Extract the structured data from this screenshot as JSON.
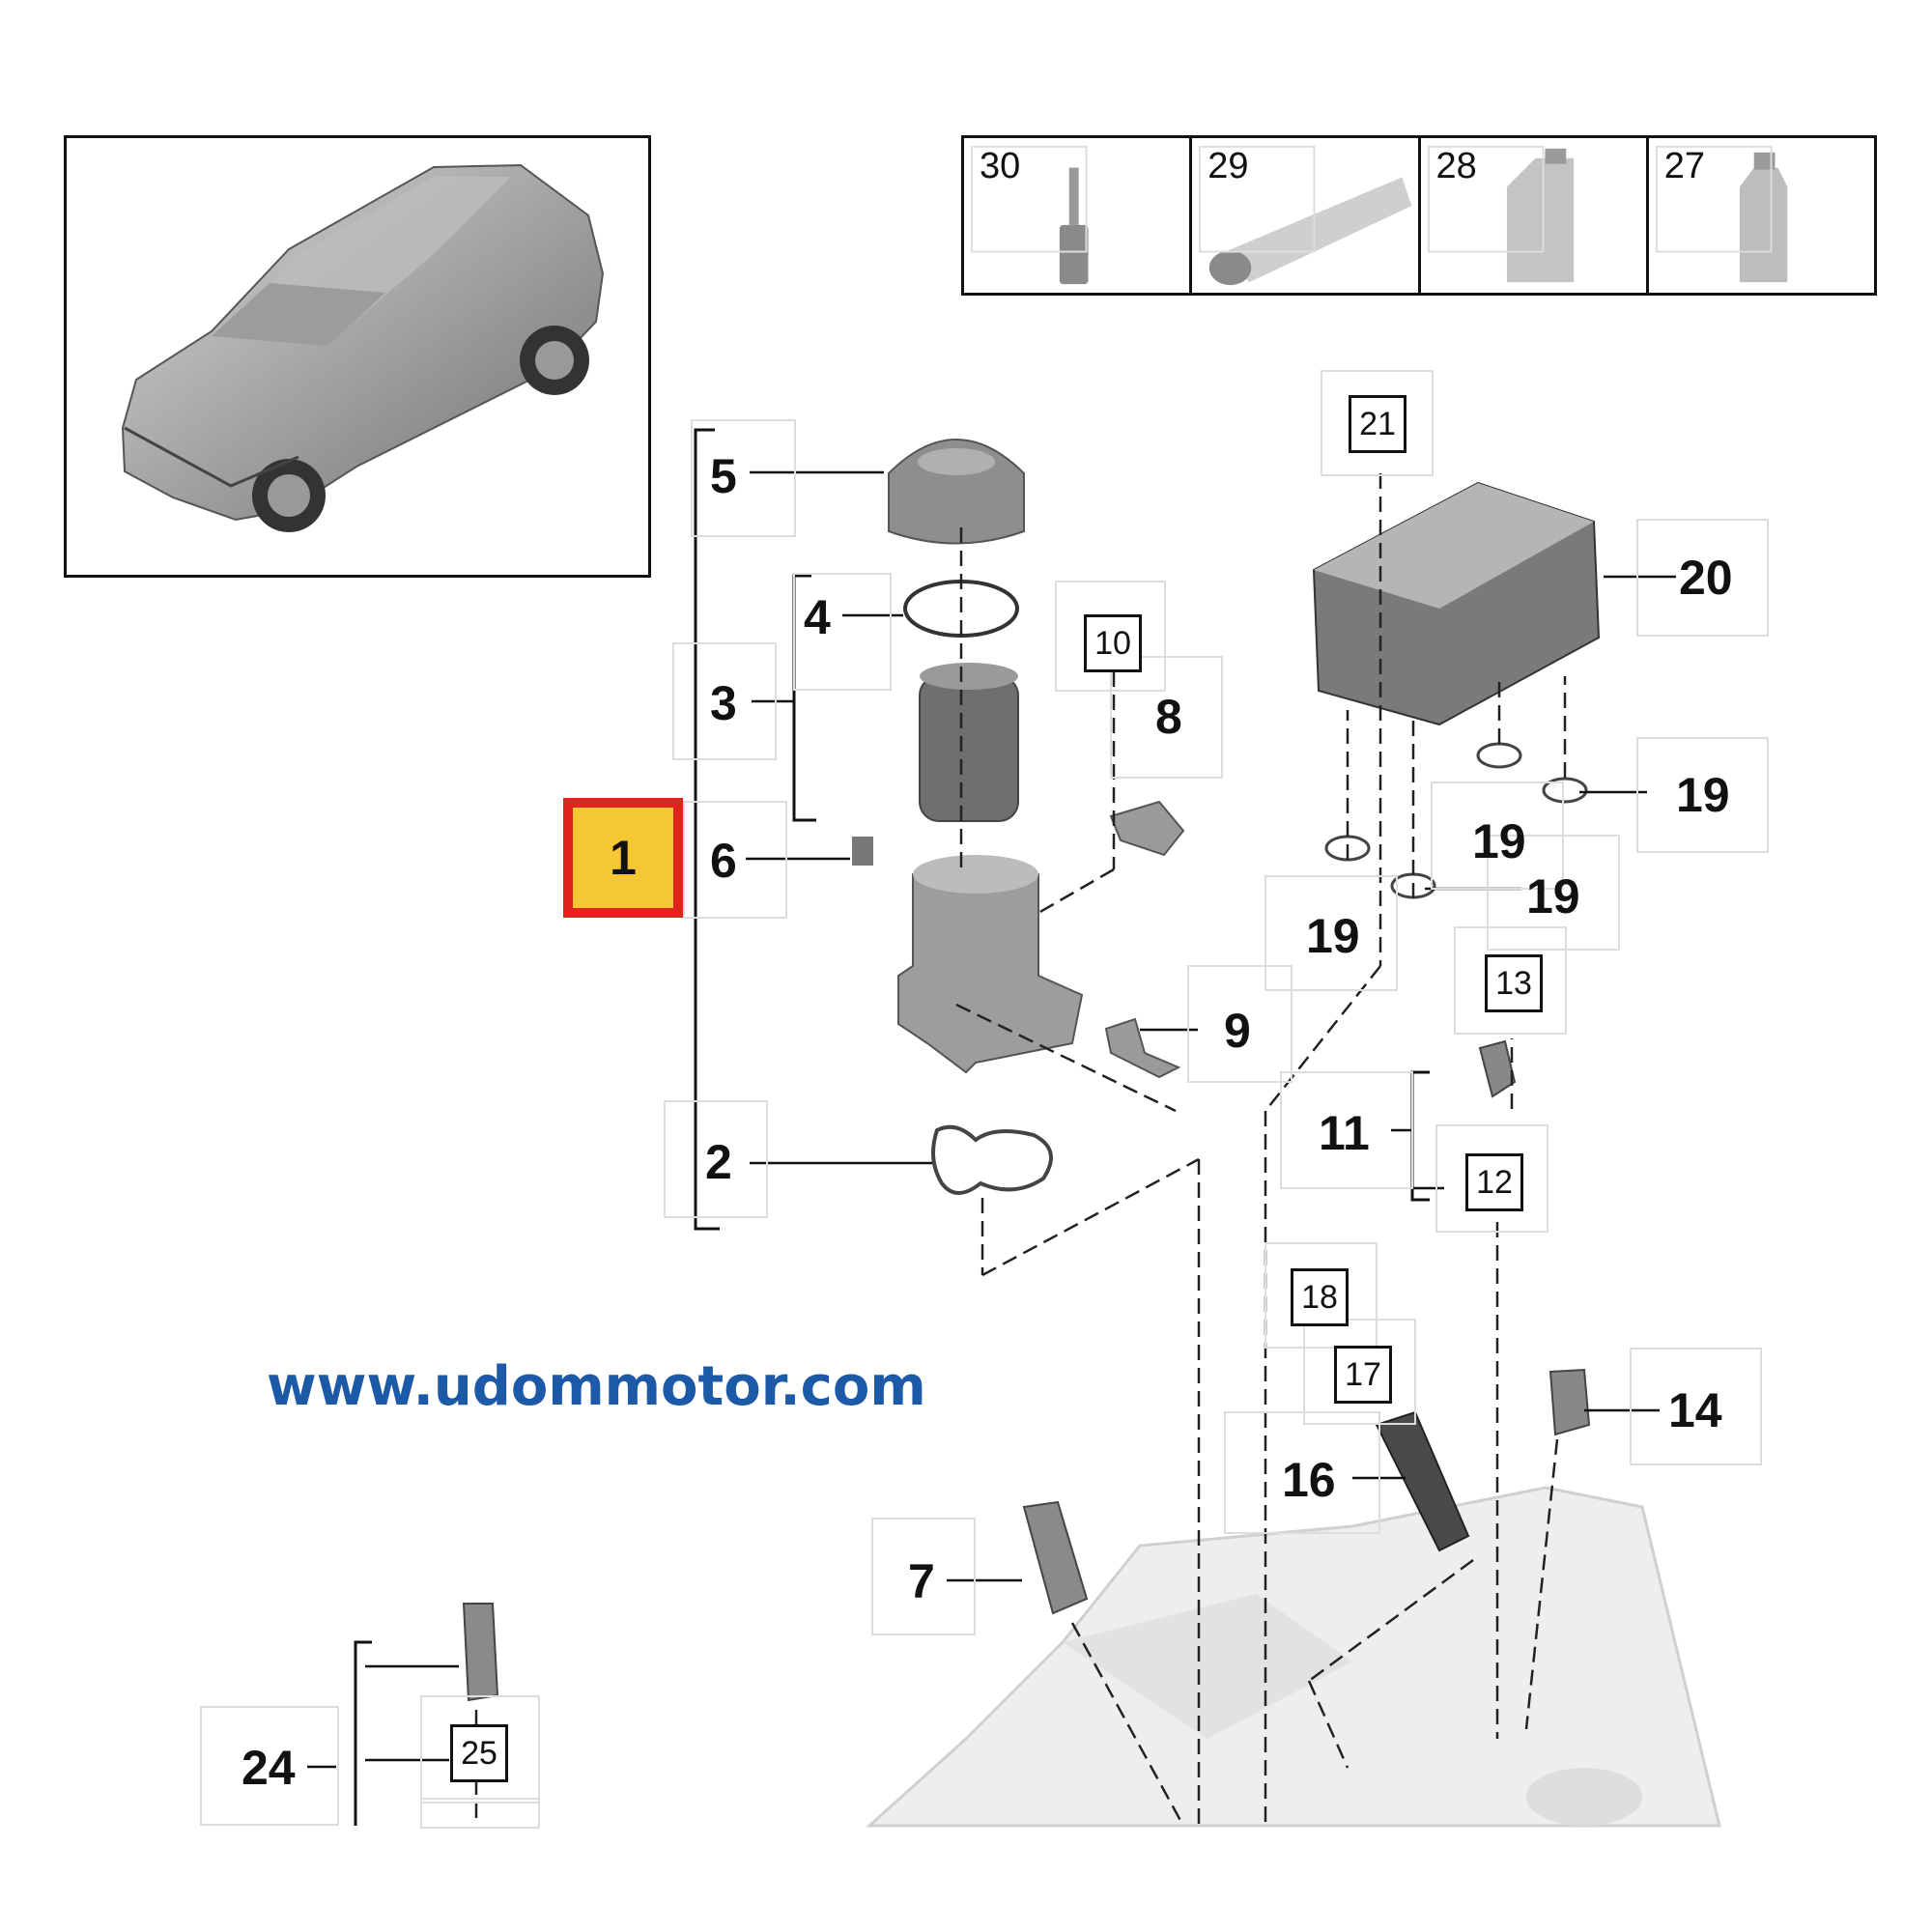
{
  "watermark": "www.udommotor.com",
  "highlight_label": "1",
  "kit_items": [
    {
      "num": "30",
      "icon": "bottle-small-icon"
    },
    {
      "num": "29",
      "icon": "grease-tube-icon"
    },
    {
      "num": "28",
      "icon": "oil-can-icon"
    },
    {
      "num": "27",
      "icon": "oil-bottle-icon"
    }
  ],
  "labels": {
    "l2": "2",
    "l3": "3",
    "l4": "4",
    "l5": "5",
    "l6": "6",
    "l7": "7",
    "l8": "8",
    "l9": "9",
    "l11": "11",
    "l14": "14",
    "l16": "16",
    "l19a": "19",
    "l19b": "19",
    "l19c": "19",
    "l19d": "19",
    "l20": "20",
    "l24": "24"
  },
  "boxed_labels": {
    "b10": "10",
    "b12": "12",
    "b13": "13",
    "b17": "17",
    "b18": "18",
    "b21": "21",
    "b25": "25"
  },
  "colors": {
    "highlight_fill": "#f5c733",
    "highlight_border": "#e0231c",
    "watermark": "#1c5aa8"
  }
}
